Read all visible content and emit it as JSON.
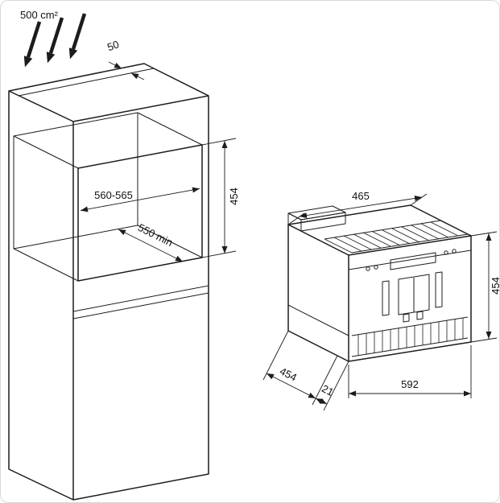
{
  "figure": {
    "cabinet": {
      "vent_area_label": "500 cm²",
      "rear_gap_label": "50",
      "niche_width_label": "560-565",
      "niche_height_label": "454",
      "niche_depth_label": "550 min"
    },
    "machine": {
      "body_width_label": "465",
      "height_label": "454",
      "depth_label": "454",
      "protrusion_label": "21",
      "front_width_label": "592"
    },
    "colors": {
      "line": "#1c1c1c",
      "background": "#ffffff",
      "frame_border": "#d9d9d9"
    }
  }
}
